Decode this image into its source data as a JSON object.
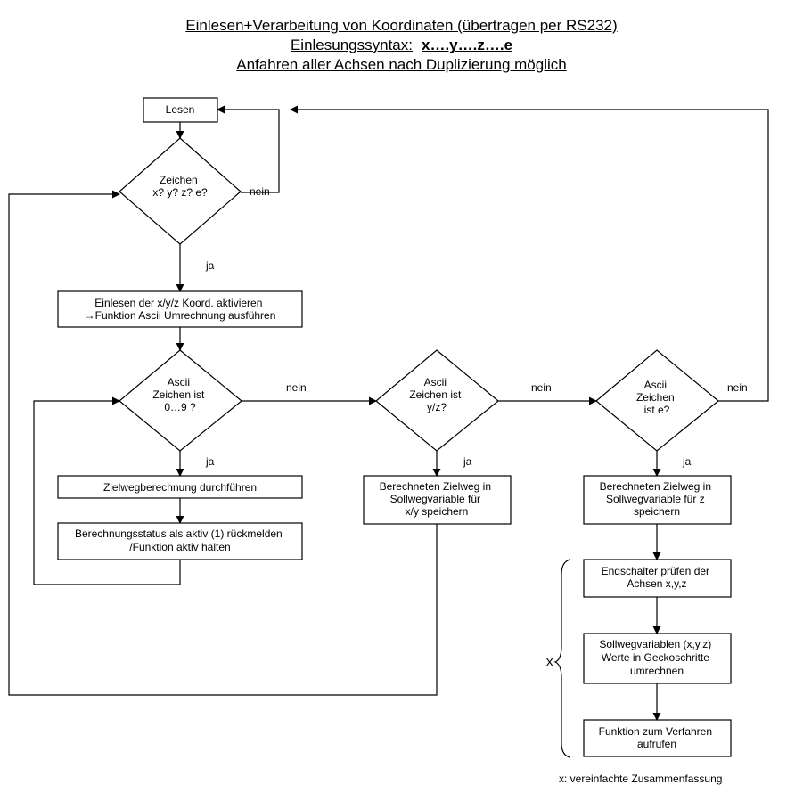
{
  "title": {
    "line1": "Einlesen+Verarbeitung von Koordinaten (übertragen per RS232)",
    "line2_label": "Einlesungssyntax:",
    "line2_syntax": "x….y….z….e",
    "line3": "Anfahren aller Achsen nach Duplizierung möglich"
  },
  "nodes": {
    "lesen": [
      "Lesen"
    ],
    "check_xyze": [
      "Zeichen",
      "x? y? z? e?"
    ],
    "einlesen": [
      "Einlesen der x/y/z Koord. aktivieren",
      "→Funktion Ascii Umrechnung ausführen"
    ],
    "check_digit": [
      "Ascii",
      "Zeichen ist",
      "0…9 ?"
    ],
    "check_yz": [
      "Ascii",
      "Zeichen ist",
      "y/z?"
    ],
    "check_e": [
      "Ascii",
      "Zeichen",
      "ist e?"
    ],
    "zielweg": [
      "Zielwegberechnung durchführen"
    ],
    "status": [
      "Berechnungsstatus als aktiv (1) rückmelden",
      "/Funktion aktiv halten"
    ],
    "store_xy": [
      "Berechneten Zielweg in",
      "Sollwegvariable für",
      "x/y speichern"
    ],
    "store_z": [
      "Berechneten Zielweg in",
      "Sollwegvariable für z",
      "speichern"
    ],
    "endschalter": [
      "Endschalter prüfen der",
      "Achsen x,y,z"
    ],
    "convert": [
      "Sollwegvariablen (x,y,z)",
      "Werte in Geckoschritte",
      "umrechnen"
    ],
    "verfahren": [
      "Funktion zum Verfahren",
      "aufrufen"
    ]
  },
  "edge_labels": {
    "nein1": "nein",
    "ja1": "ja",
    "nein2": "nein",
    "nein3": "nein",
    "nein4": "nein",
    "ja2": "ja",
    "ja3": "ja",
    "ja4": "ja"
  },
  "brace_label": "X",
  "footnote": "x: vereinfachte Zusammenfassung"
}
